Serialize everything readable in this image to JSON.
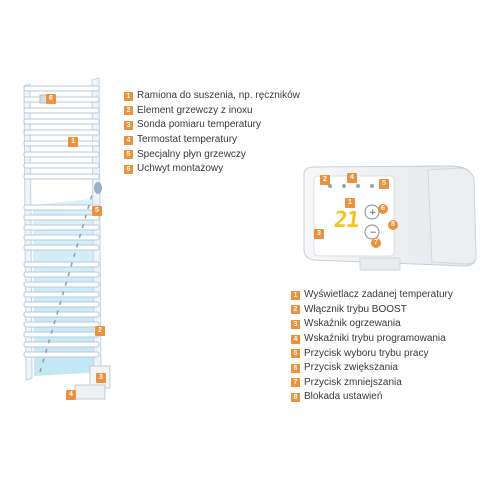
{
  "radiator_legend": [
    {
      "num": "1",
      "label": "Ramiona do suszenia, np. ręczników"
    },
    {
      "num": "2",
      "label": "Element grzewczy z inoxu"
    },
    {
      "num": "3",
      "label": "Sonda pomiaru temperatury"
    },
    {
      "num": "4",
      "label": "Termostat temperatury"
    },
    {
      "num": "5",
      "label": "Specjalny płyn grzewczy"
    },
    {
      "num": "6",
      "label": "Uchwyt montażowy"
    }
  ],
  "controller_legend": [
    {
      "num": "1",
      "label": "Wyświetlacz zadanej temperatury"
    },
    {
      "num": "2",
      "label": "Włącznik trybu BOOST"
    },
    {
      "num": "3",
      "label": "Wskaźnik ogrzewania"
    },
    {
      "num": "4",
      "label": "Wskaźniki trybu programowania"
    },
    {
      "num": "5",
      "label": "Przycisk wyboru trybu pracy"
    },
    {
      "num": "6",
      "label": "Przycisk zwiększania"
    },
    {
      "num": "7",
      "label": "Przycisk zmniejszania"
    },
    {
      "num": "8",
      "label": "Blokada ustawień"
    }
  ],
  "radiator_markers": [
    "6",
    "1",
    "5",
    "2",
    "3",
    "4"
  ],
  "controller_markers": [
    "2",
    "4",
    "5",
    "1",
    "6",
    "8",
    "3",
    "7"
  ],
  "display_value": "21",
  "colors": {
    "accent": "#f0913a",
    "radiator_frame": "#d9e6f2",
    "heating_fluid": "#8fd3ec",
    "display_digits": "#f4c51a"
  }
}
